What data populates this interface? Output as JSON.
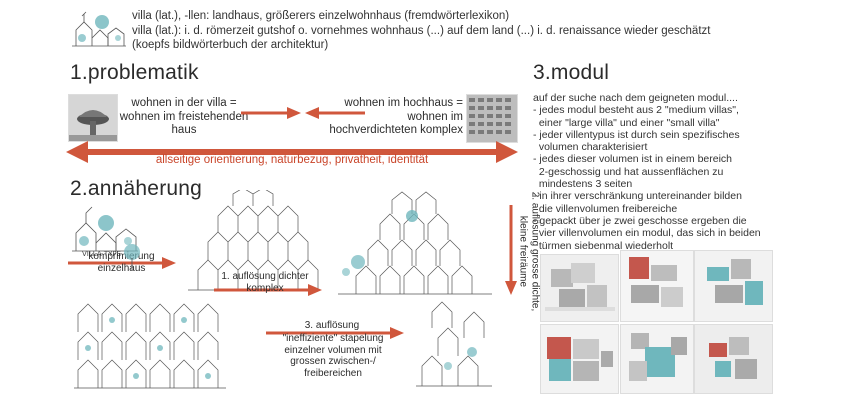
{
  "header": {
    "line1": "villa (lat.), -llen: landhaus, größerers einzelwohnhaus (fremdwörterlexikon)",
    "line2": "villa (lat.): i. d. römerzeit gutshof o. vornehmes wohnhaus (...) auf dem land (...) i. d. renaissance wieder geschätzt",
    "line3": "(koepfs bildwörterbuch der architektur)"
  },
  "sections": {
    "problematik": "1.problematik",
    "annaeherung": "2.annäherung",
    "modul": "3.modul"
  },
  "problematik": {
    "villa_text": "wohnen in der villa = wohnen im freistehenden haus",
    "hochhaus_text": "wohnen im hochhaus = wohnen im hochverdichteten komplex",
    "banner": "allseitige orientierung, naturbezug, privatheit, identität"
  },
  "annaeherung": {
    "sketch_label": "VILLA TYPE",
    "komprimierung": "komprimierung einzelhaus",
    "aufloesung1": "1. auflösung dichter komplex",
    "aufloesung2": "2. auflösung grosse dichte, kleine freiräume",
    "aufloesung3_a": "3. auflösung",
    "aufloesung3_b": "\"ineffiziente\" stapelung einzelner volumen mit grossen zwischen-/ freibereichen"
  },
  "modul": {
    "intro": "auf der suche nach dem geigneten modul....",
    "items": [
      "- jedes modul besteht aus 2 \"medium villas\",",
      "  einer \"large villa\" und einer \"small villa\"",
      "- jeder villentypus ist durch sein spezifisches",
      "  volumen charakterisiert",
      "- jedes dieser volumen ist in einem bereich",
      "  2-geschossig und hat aussenflächen zu",
      "  mindestens 3 seiten",
      "- in ihrer verschränkung untereinander bilden",
      "  die villenvolumen freibereiche",
      "- gepackt über je zwei geschosse ergeben die",
      "  vier villenvolumen ein modul, das sich in beiden",
      "  türmen siebenmal wiederholt"
    ]
  },
  "colors": {
    "arrow_red": "#d0573c",
    "model_red": "#c4574d",
    "model_teal": "#6fb7bd",
    "model_grey": "#b8b8b8"
  }
}
